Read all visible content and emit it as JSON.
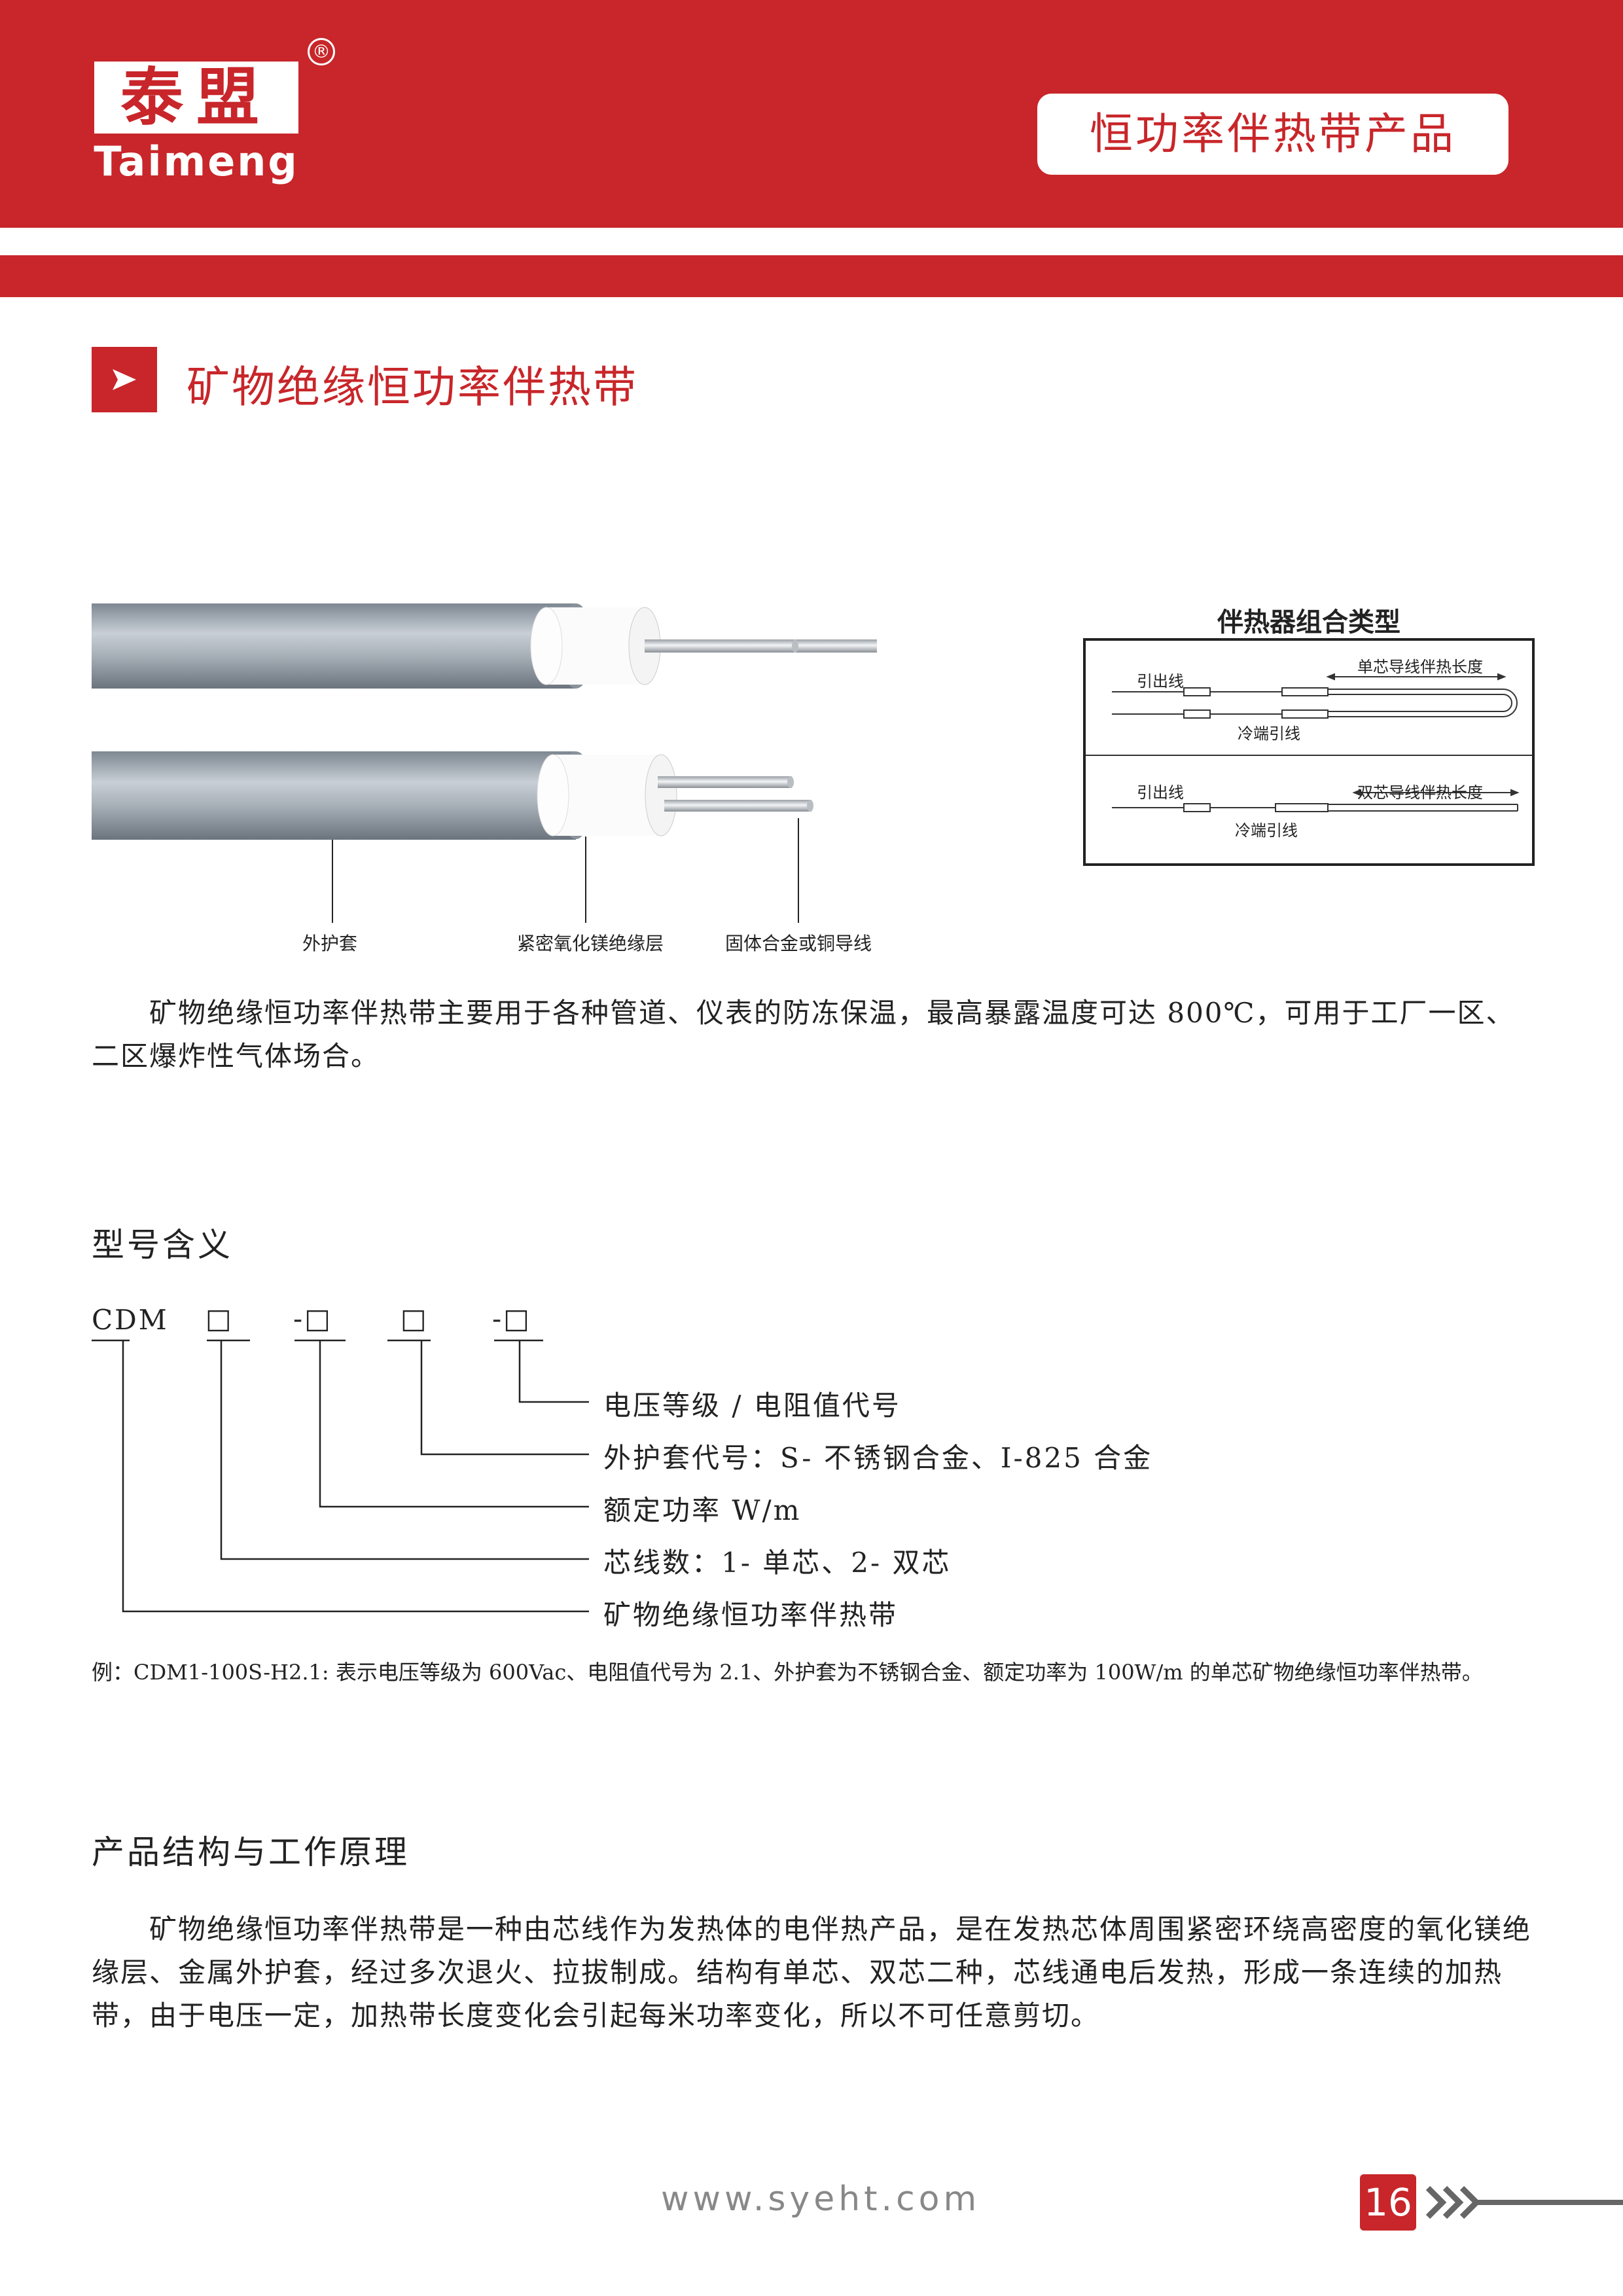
{
  "header": {
    "logo_cn": "泰盟",
    "logo_en": "Taimeng",
    "logo_mark": "®",
    "title": "恒功率伴热带产品",
    "brand_color": "#c8262a"
  },
  "section": {
    "icon": "arrow-right-icon",
    "title": "矿物绝缘恒功率伴热带"
  },
  "cable_figure": {
    "labels": [
      "外护套",
      "紧密氧化镁绝缘层",
      "固体合金或铜导线"
    ]
  },
  "wiring_diagram": {
    "title": "伴热器组合类型",
    "single_core": {
      "lead_label": "引出线",
      "heat_length_label": "单芯导线伴热长度",
      "cold_lead_label": "冷端引线"
    },
    "double_core": {
      "lead_label": "引出线",
      "heat_length_label": "双芯导线伴热长度",
      "cold_lead_label": "冷端引线"
    }
  },
  "intro": {
    "text": "矿物绝缘恒功率伴热带主要用于各种管道、仪表的防冻保温，最高暴露温度可达 800℃，可用于工厂一区、二区爆炸性气体场合。"
  },
  "model": {
    "heading": "型号含义",
    "code_prefix": "CDM",
    "box1": "□",
    "box2": "-□",
    "box3": "□",
    "box4": "-□",
    "legend": [
      "电压等级 / 电阻值代号",
      "外护套代号：S- 不锈钢合金、I-825 合金",
      "额定功率 W/m",
      "芯线数：1- 单芯、2- 双芯",
      "矿物绝缘恒功率伴热带"
    ],
    "example": "例：CDM1-100S-H2.1: 表示电压等级为 600Vac、电阻值代号为 2.1、外护套为不锈钢合金、额定功率为 100W/m 的单芯矿物绝缘恒功率伴热带。"
  },
  "principle": {
    "heading": "产品结构与工作原理",
    "text": "矿物绝缘恒功率伴热带是一种由芯线作为发热体的电伴热产品，是在发热芯体周围紧密环绕高密度的氧化镁绝缘层、金属外护套，经过多次退火、拉拔制成。结构有单芯、双芯二种，芯线通电后发热，形成一条连续的加热带，由于电压一定，加热带长度变化会引起每米功率变化，所以不可任意剪切。"
  },
  "footer": {
    "url": "www.syeht.com",
    "page_number": "16",
    "icon": "double-chevron-right-icon"
  }
}
